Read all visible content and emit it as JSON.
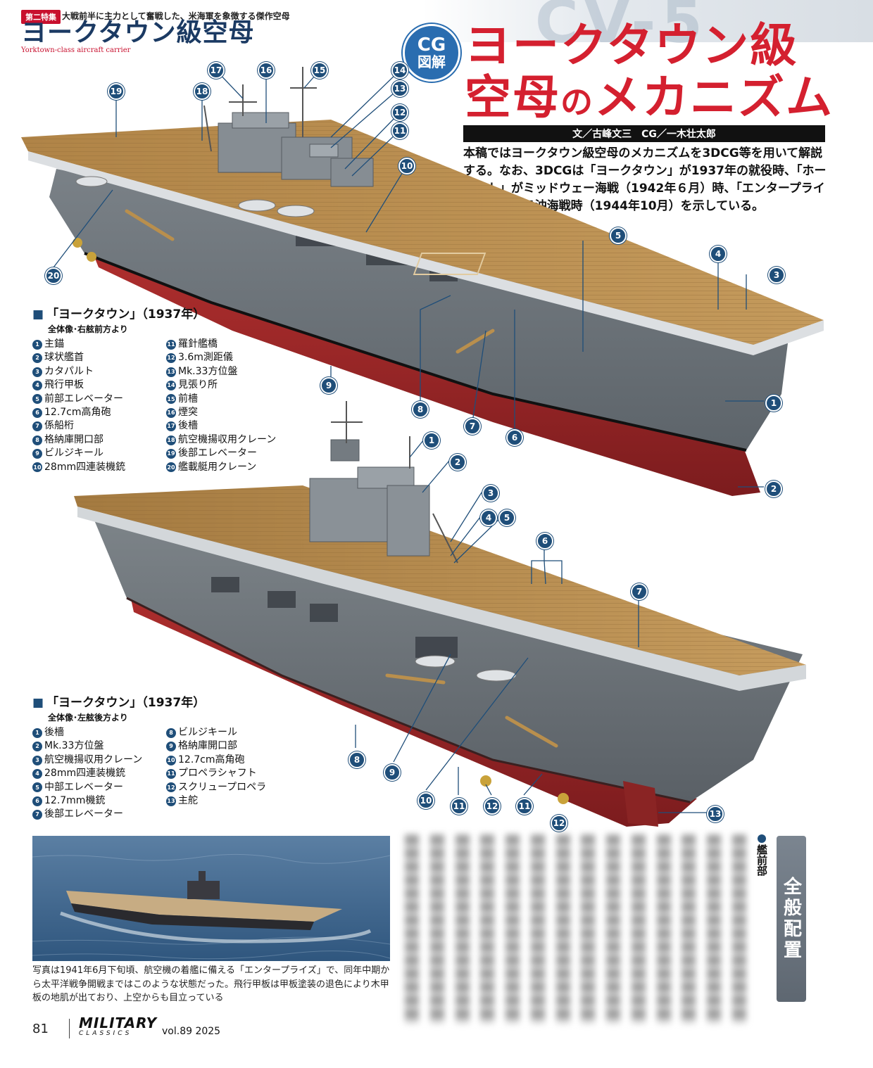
{
  "header": {
    "series_tag": "第二特集",
    "tagline": "大戦前半に主力として奮戦した、米海軍を象徴する傑作空母",
    "series_title": "ヨークタウン級空母",
    "series_subtitle": "Yorktown-class aircraft carrier",
    "badge_line1": "CG",
    "badge_line2": "図解",
    "title_line1": "ヨークタウン級",
    "title_line2a": "空母",
    "title_line2b": "の",
    "title_line2c": "メカニズム",
    "credits": "文／古峰文三　CG／一木壮太郎",
    "lead": "本稿ではヨークタウン級空母のメカニズムを3DCG等を用いて解説する。なお、3DCGは「ヨークタウン」が1937年の就役時、「ホーネット」がミッドウェー海戦（1942年６月）時、「エンタープライズ」がレイテ沖海戦時（1944年10月）を示している。"
  },
  "colors": {
    "title_red": "#d4202f",
    "callout_blue": "#1f4e79",
    "deck_wood": "#b58a4c",
    "hull_gray": "#6f767c",
    "hull_red": "#a3262a"
  },
  "figure1": {
    "heading": "「ヨークタウン」（1937年）",
    "subheading": "全体像･右舷前方より",
    "items_left": [
      {
        "n": "1",
        "label": "主錨"
      },
      {
        "n": "2",
        "label": "球状艦首"
      },
      {
        "n": "3",
        "label": "カタパルト"
      },
      {
        "n": "4",
        "label": "飛行甲板"
      },
      {
        "n": "5",
        "label": "前部エレベーター"
      },
      {
        "n": "6",
        "label": "12.7cm高角砲"
      },
      {
        "n": "7",
        "label": "係船桁"
      },
      {
        "n": "8",
        "label": "格納庫開口部"
      },
      {
        "n": "9",
        "label": "ビルジキール"
      },
      {
        "n": "10",
        "label": "28mm四連装機銃"
      }
    ],
    "items_right": [
      {
        "n": "11",
        "label": "羅針艦橋"
      },
      {
        "n": "12",
        "label": "3.6m測距儀"
      },
      {
        "n": "13",
        "label": "Mk.33方位盤"
      },
      {
        "n": "14",
        "label": "見張り所"
      },
      {
        "n": "15",
        "label": "前檣"
      },
      {
        "n": "16",
        "label": "煙突"
      },
      {
        "n": "17",
        "label": "後檣"
      },
      {
        "n": "18",
        "label": "航空機揚収用クレーン"
      },
      {
        "n": "19",
        "label": "後部エレベーター"
      },
      {
        "n": "20",
        "label": "艦載艇用クレーン"
      }
    ]
  },
  "figure2": {
    "heading": "「ヨークタウン」（1937年）",
    "subheading": "全体像･左舷後方より",
    "items_left": [
      {
        "n": "1",
        "label": "後檣"
      },
      {
        "n": "2",
        "label": "Mk.33方位盤"
      },
      {
        "n": "3",
        "label": "航空機揚収用クレーン"
      },
      {
        "n": "4",
        "label": "28mm四連装機銃"
      },
      {
        "n": "5",
        "label": "中部エレベーター"
      },
      {
        "n": "6",
        "label": "12.7mm機銃"
      },
      {
        "n": "7",
        "label": "後部エレベーター"
      }
    ],
    "items_right": [
      {
        "n": "8",
        "label": "ビルジキール"
      },
      {
        "n": "9",
        "label": "格納庫開口部"
      },
      {
        "n": "10",
        "label": "12.7cm高角砲"
      },
      {
        "n": "11",
        "label": "プロペラシャフト"
      },
      {
        "n": "12",
        "label": "スクリュープロペラ"
      },
      {
        "n": "13",
        "label": "主舵"
      }
    ]
  },
  "photo": {
    "caption": "写真は1941年6月下旬頃、航空機の着艦に備える「エンタープライズ」で、同年中期から太平洋戦争開戦まではこのような状態だった。飛行甲板は甲板塗装の退色により木甲板の地肌が出ており、上空からも目立っている"
  },
  "section": {
    "marker": "艦前部",
    "band": "全般配置"
  },
  "footer": {
    "page": "81",
    "magazine": "MILITARY",
    "magazine_sub": "CLASSICS",
    "volume": "vol.89 2025"
  }
}
